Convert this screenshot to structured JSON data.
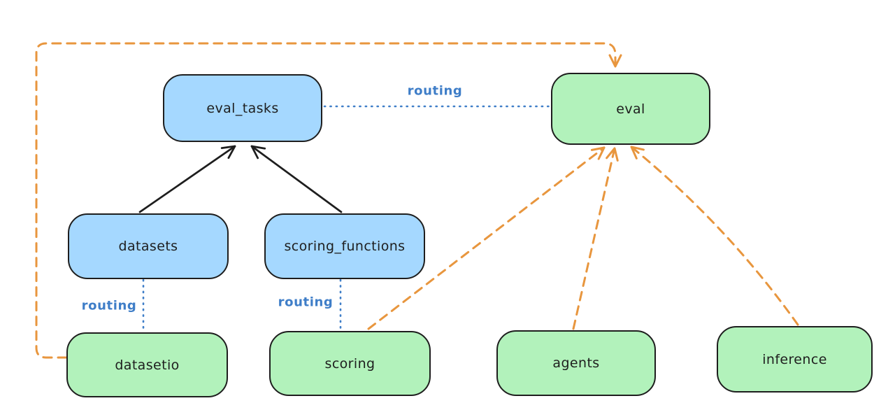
{
  "nodes": {
    "eval_tasks": {
      "label": "eval_tasks"
    },
    "eval": {
      "label": "eval"
    },
    "datasets": {
      "label": "datasets"
    },
    "scoring_functions": {
      "label": "scoring_functions"
    },
    "datasetio": {
      "label": "datasetio"
    },
    "scoring": {
      "label": "scoring"
    },
    "agents": {
      "label": "agents"
    },
    "inference": {
      "label": "inference"
    }
  },
  "edge_labels": {
    "eval_tasks_to_eval": "routing",
    "datasets_to_datasetio": "routing",
    "scoring_functions_to_scoring": "routing"
  },
  "colors": {
    "api_fill": "#a5d8ff",
    "provider_fill": "#b2f2bb",
    "stroke_color": "#1e1e1e",
    "routing_blue": "#3f7ec8",
    "arrow_orange": "#e8963e",
    "canvas_bg": "#ffffff"
  }
}
